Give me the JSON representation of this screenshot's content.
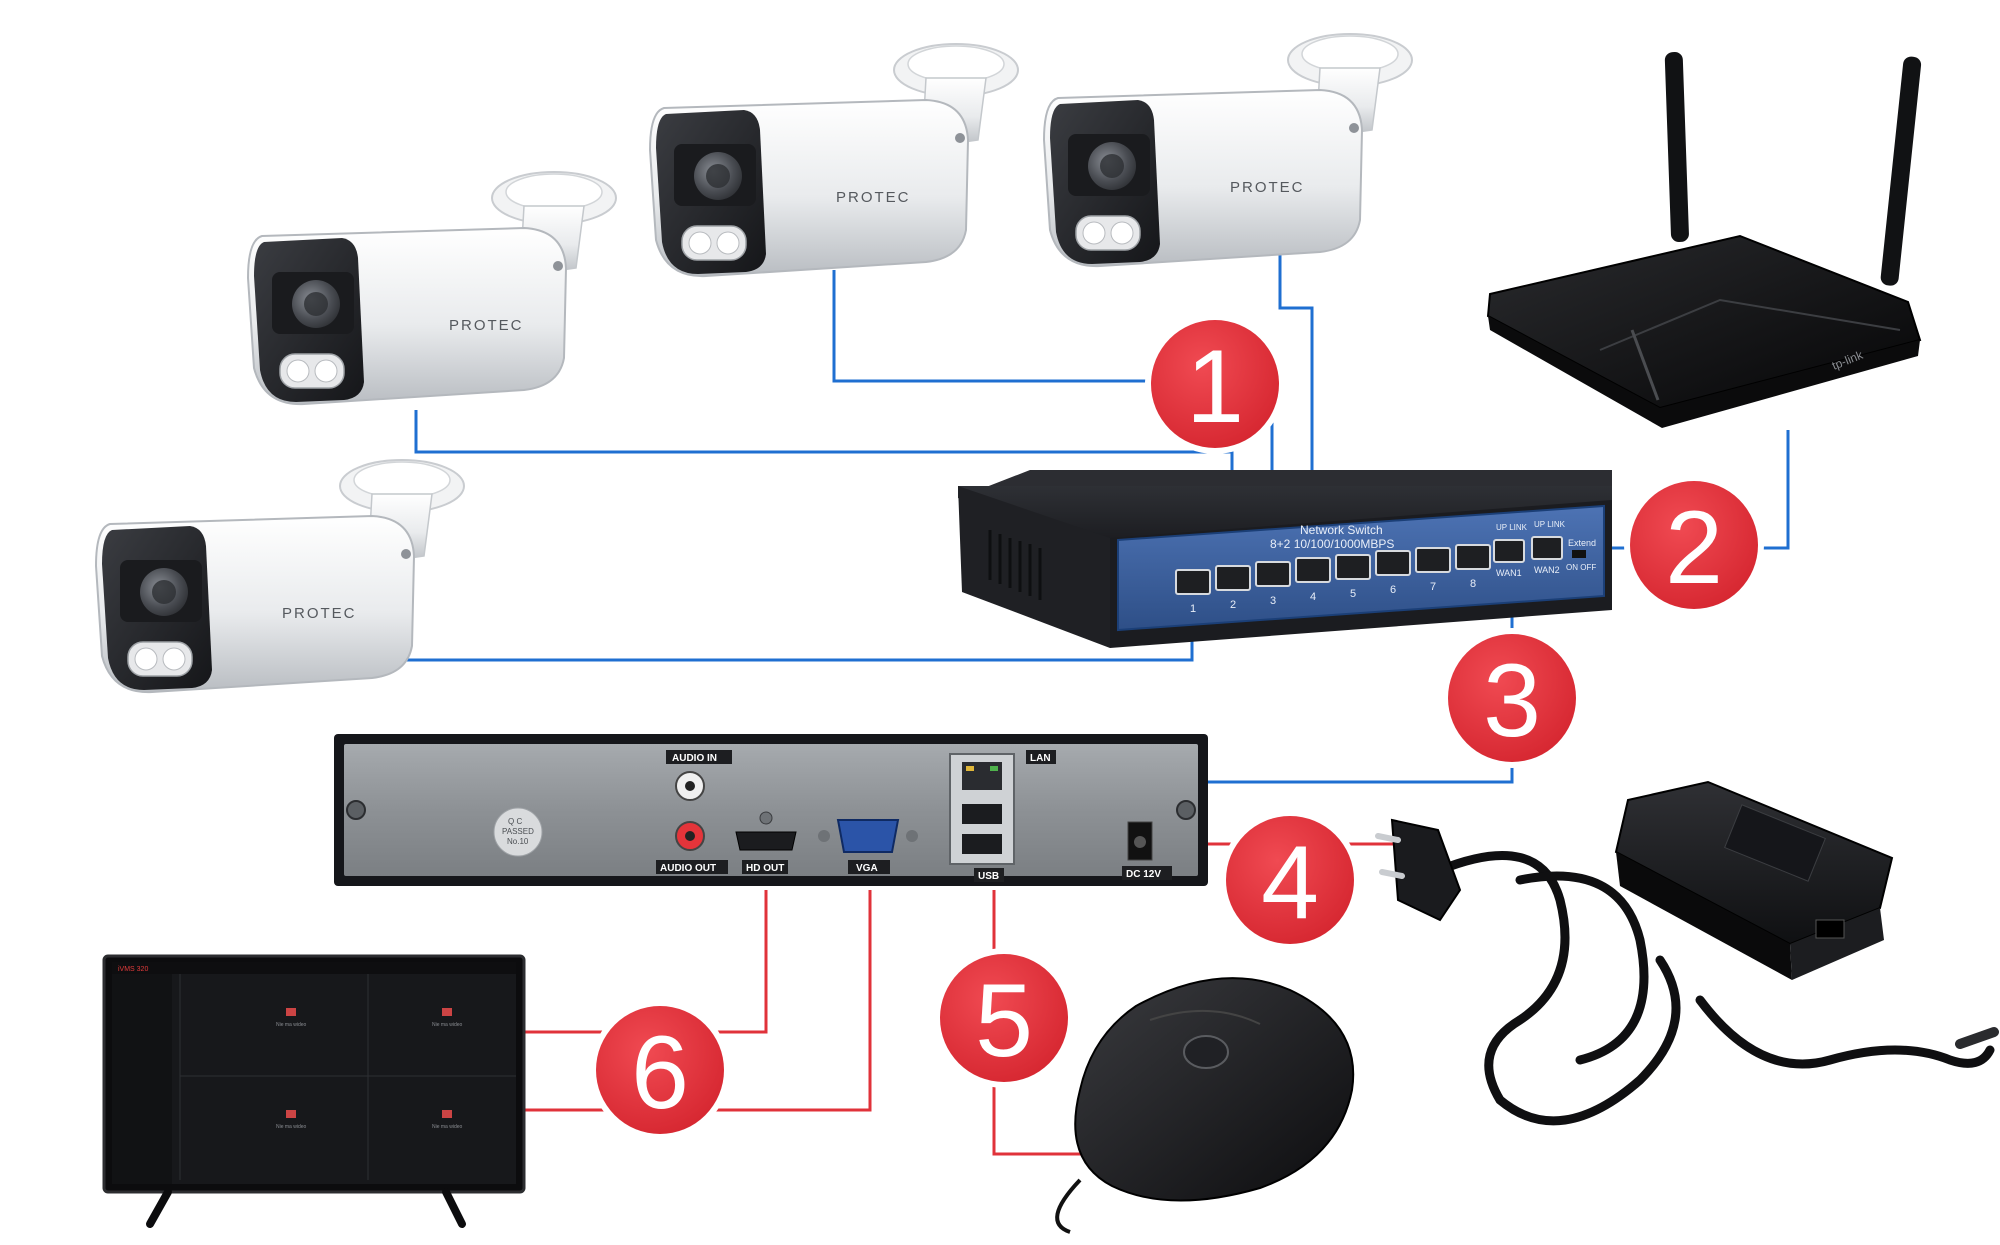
{
  "colors": {
    "wire_blue": "#1f6fd1",
    "wire_red": "#e0323a",
    "badge_red": "#e5343d",
    "badge_ring": "#ffffff",
    "camera_body": "#eef0f1",
    "camera_face": "#222326",
    "switch_body": "#2b2c31",
    "switch_panel": "#3a5f9e",
    "nvr_panel": "#8f9397",
    "router_body": "#131416"
  },
  "badges": [
    "1",
    "2",
    "3",
    "4",
    "5",
    "6"
  ],
  "cameras": [
    {
      "brand": "PROTEC"
    },
    {
      "brand": "PROTEC"
    },
    {
      "brand": "PROTEC"
    },
    {
      "brand": "PROTEC"
    }
  ],
  "switch": {
    "title_line1": "Network Switch",
    "title_line2": "8+2 10/100/1000MBPS",
    "port_numbers": [
      "1",
      "2",
      "3",
      "4",
      "5",
      "6",
      "7",
      "8"
    ],
    "uplink_labels": [
      "UP LINK",
      "UP LINK"
    ],
    "wan_labels": [
      "WAN1",
      "WAN2"
    ],
    "extend_label": "Extend",
    "onoff_label": "ON OFF"
  },
  "router": {
    "brand": "tp-link"
  },
  "nvr": {
    "audio_in": "AUDIO IN",
    "audio_out": "AUDIO OUT",
    "hdout": "HD OUT",
    "vga": "VGA",
    "lan": "LAN",
    "usb": "USB",
    "dc": "DC 12V",
    "qc_line1": "Q C",
    "qc_line2": "PASSED",
    "qc_line3": "No.10"
  },
  "monitor": {
    "app_title": "iVMS 320",
    "tiles_text": "Nie ma wideo"
  }
}
